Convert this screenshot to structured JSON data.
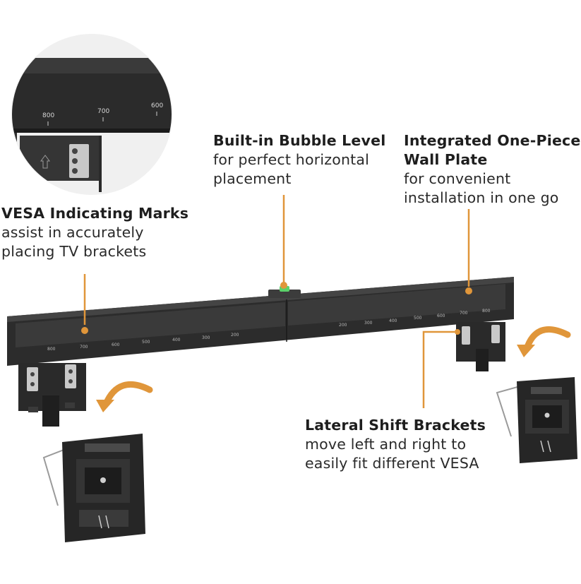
{
  "accent_color": "#e0963a",
  "callouts": {
    "vesa": {
      "title": "VESA Indicating Marks",
      "lines": [
        "assist in accurately",
        "placing TV brackets"
      ]
    },
    "level": {
      "title": "Built-in Bubble Level",
      "lines": [
        "for perfect horizontal",
        "placement"
      ]
    },
    "plate": {
      "title_lines": [
        "Integrated One-Piece",
        "Wall Plate"
      ],
      "lines": [
        "for convenient",
        "installation in one go"
      ]
    },
    "shift": {
      "title": "Lateral Shift Brackets",
      "lines": [
        "move left and right to",
        "easily fit different VESA"
      ]
    }
  },
  "zoom_marks": [
    "800",
    "700",
    "600"
  ],
  "bar_marks_left": [
    "800",
    "700",
    "600",
    "500",
    "400",
    "300",
    "200"
  ],
  "bar_marks_right": [
    "200",
    "300",
    "400",
    "500",
    "600",
    "700",
    "800"
  ]
}
